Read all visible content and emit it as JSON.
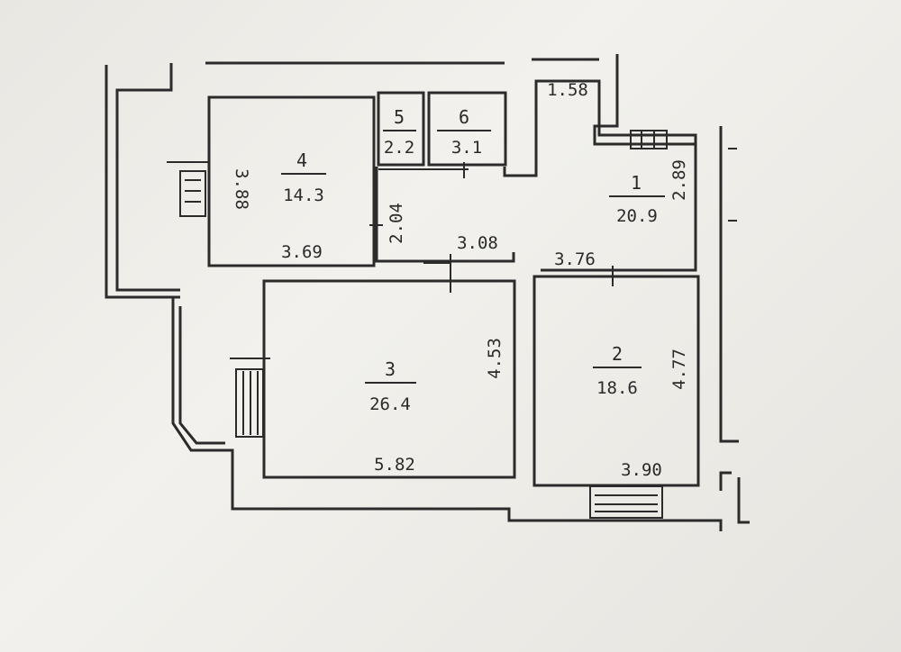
{
  "rooms": [
    {
      "id": "1",
      "number": "1",
      "area": "20.9",
      "dim_a": "2.89",
      "dim_b": "3.76"
    },
    {
      "id": "2",
      "number": "2",
      "area": "18.6",
      "dim_a": "4.77",
      "dim_b": "3.90"
    },
    {
      "id": "3",
      "number": "3",
      "area": "26.4",
      "dim_a": "4.53",
      "dim_b": "5.82"
    },
    {
      "id": "4",
      "number": "4",
      "area": "14.3",
      "dim_a": "3.88",
      "dim_b": "3.69"
    },
    {
      "id": "5",
      "number": "5",
      "area": "2.2"
    },
    {
      "id": "6",
      "number": "6",
      "area": "3.1"
    }
  ],
  "dimensions": {
    "niche": "1.58",
    "corridor_wall": "2.04",
    "corridor_width": "3.08"
  }
}
